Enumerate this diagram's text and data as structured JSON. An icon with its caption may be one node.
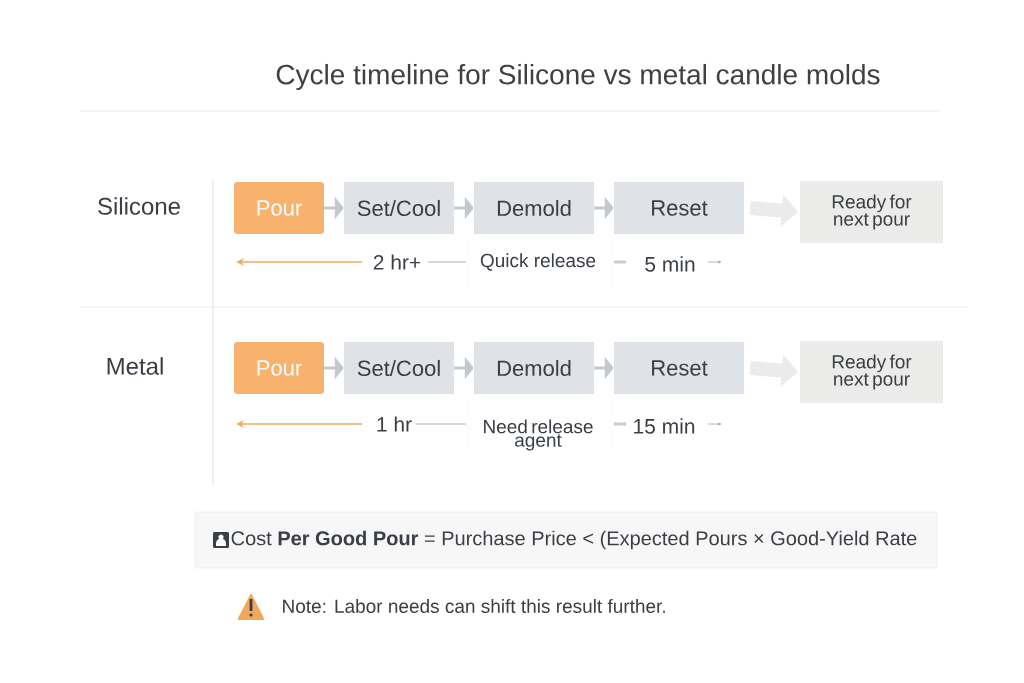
{
  "diagram": {
    "title": "Cycle timeline for Silicone vs metal candle molds",
    "nodes": [
      {
        "text": [
          "Pour"
        ]
      },
      {
        "text": [
          "Set/Cool"
        ]
      },
      {
        "text": [
          "Demold"
        ]
      },
      {
        "text": [
          "Reset"
        ]
      },
      {
        "text": [
          "Ready for next pour"
        ]
      },
      {
        "text": [
          "Pour"
        ]
      },
      {
        "text": [
          "Set/Cool"
        ]
      },
      {
        "text": [
          "Demold"
        ]
      },
      {
        "text": [
          "Reset"
        ]
      },
      {
        "text": [
          "Ready for next pour"
        ]
      },
      {
        "text": [
          "Cost **Per Good Pour** = Purchase Price < (Expected Pours × Good-Yield Rate"
        ]
      }
    ],
    "edges": [
      {
        "from": 0,
        "to": 1,
        "arrow": "to"
      },
      {
        "from": 1,
        "to": 2,
        "arrow": "to"
      },
      {
        "from": 2,
        "to": 3,
        "arrow": "to"
      },
      {
        "from": 5,
        "to": 6,
        "arrow": "to"
      },
      {
        "from": 6,
        "to": 7,
        "arrow": "to"
      },
      {
        "from": 7,
        "to": 8,
        "arrow": "to"
      },
      {
        "from": 3,
        "to": 4,
        "arrow": "to",
        "style": "thick"
      },
      {
        "from": 8,
        "to": 9,
        "arrow": "to",
        "style": "thick"
      }
    ],
    "labels": [
      "Silicone",
      "2 hr+",
      "Quick release",
      "5 min",
      "Metal",
      "1 hr",
      "Need release agent",
      "15 min",
      "Note: Labor needs can shift this result further."
    ]
  }
}
